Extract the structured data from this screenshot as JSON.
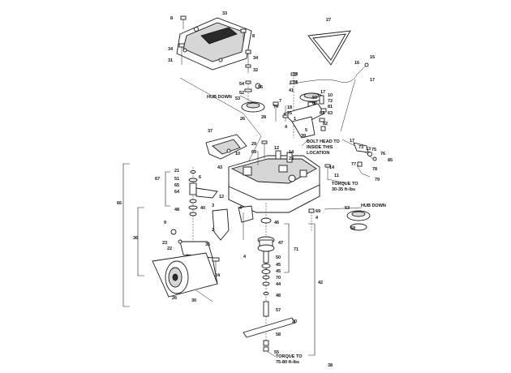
{
  "notes": {
    "hub_down_1": "HUB DOWN",
    "hub_down_2": "HUB DOWN",
    "bolt_head_1": "BOLT HEAD TO",
    "bolt_head_2": "INSIDE THIS",
    "bolt_head_3": "LOCATION",
    "torque_a_1": "TORQUE TO",
    "torque_a_2": "30-35 ft-lbs",
    "torque_b_1": "TORQUE TO",
    "torque_b_2": "75-80 ft-lbs"
  },
  "callouts": {
    "c8a": "8",
    "c33": "33",
    "c8b": "8",
    "c27": "27",
    "c34a": "34",
    "c34b": "34",
    "c31": "31",
    "c32": "32",
    "c16": "16",
    "c15": "15",
    "c17a": "17",
    "c19": "19",
    "c14a": "14",
    "c41": "41",
    "c17b": "17",
    "c54": "54",
    "c56": "56",
    "c52": "52",
    "c53": "53",
    "c7": "7",
    "c74": "74",
    "c18": "18",
    "c25": "25",
    "c1": "1",
    "c59": "59",
    "c60": "60",
    "c10": "10",
    "c72": "72",
    "c81": "81",
    "c62": "62",
    "c63": "63",
    "c82": "82",
    "c4a": "4",
    "c5": "5",
    "c39": "39",
    "c28": "28",
    "c26": "26",
    "c37": "37",
    "c10b": "10",
    "c29": "29",
    "c69a": "69",
    "c12a": "12",
    "c14b": "14",
    "c22": "22",
    "c17c": "17",
    "c73": "73",
    "c13": "13",
    "c75": "75",
    "c76": "76",
    "c85": "85",
    "c77": "77",
    "c78": "78",
    "c79": "79",
    "c43": "43",
    "c11": "11",
    "c14c": "14",
    "c21": "21",
    "c67": "67",
    "c51": "51",
    "c6": "6",
    "c66": "66",
    "c65": "65",
    "c64": "64",
    "c12b": "12",
    "c40": "40",
    "c48a": "48",
    "c3": "3",
    "c2": "2",
    "c4b": "4",
    "c69b": "69",
    "c4c": "4",
    "c53b": "53",
    "c68": "68",
    "c9": "9",
    "c36": "36",
    "c23": "23",
    "c22b": "22",
    "c35": "35",
    "c46": "46",
    "c47": "47",
    "c71": "71",
    "c50": "50",
    "c45a": "45",
    "c45b": "45",
    "c70": "70",
    "c44": "44",
    "c42": "42",
    "c48b": "48",
    "c57": "57",
    "c20": "20",
    "c58": "58",
    "c55": "55",
    "c38": "38",
    "c24": "24",
    "c26b": "26",
    "c30": "30",
    "c4d": "4"
  }
}
